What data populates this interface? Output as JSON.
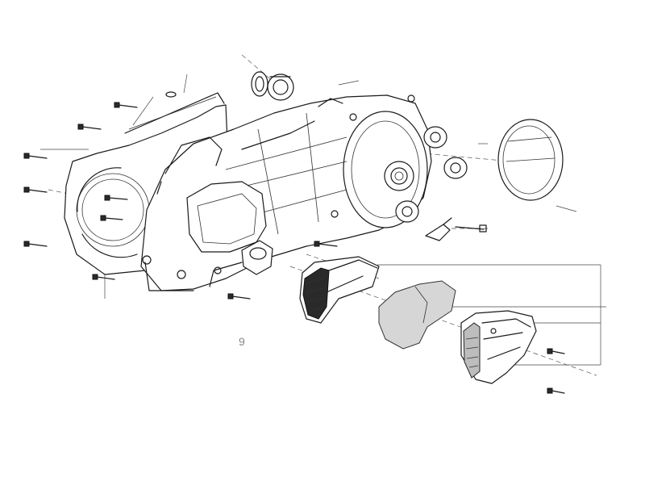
{
  "diagram": {
    "figure_mark": "9",
    "parts": [
      "crankcase-cover",
      "rear-gasket-plate",
      "bearing",
      "oil-seal",
      "round-cap",
      "cover-bolts",
      "air-intake-duct",
      "filter-sponge",
      "filter-cover",
      "bracket-clip",
      "spacers"
    ]
  }
}
